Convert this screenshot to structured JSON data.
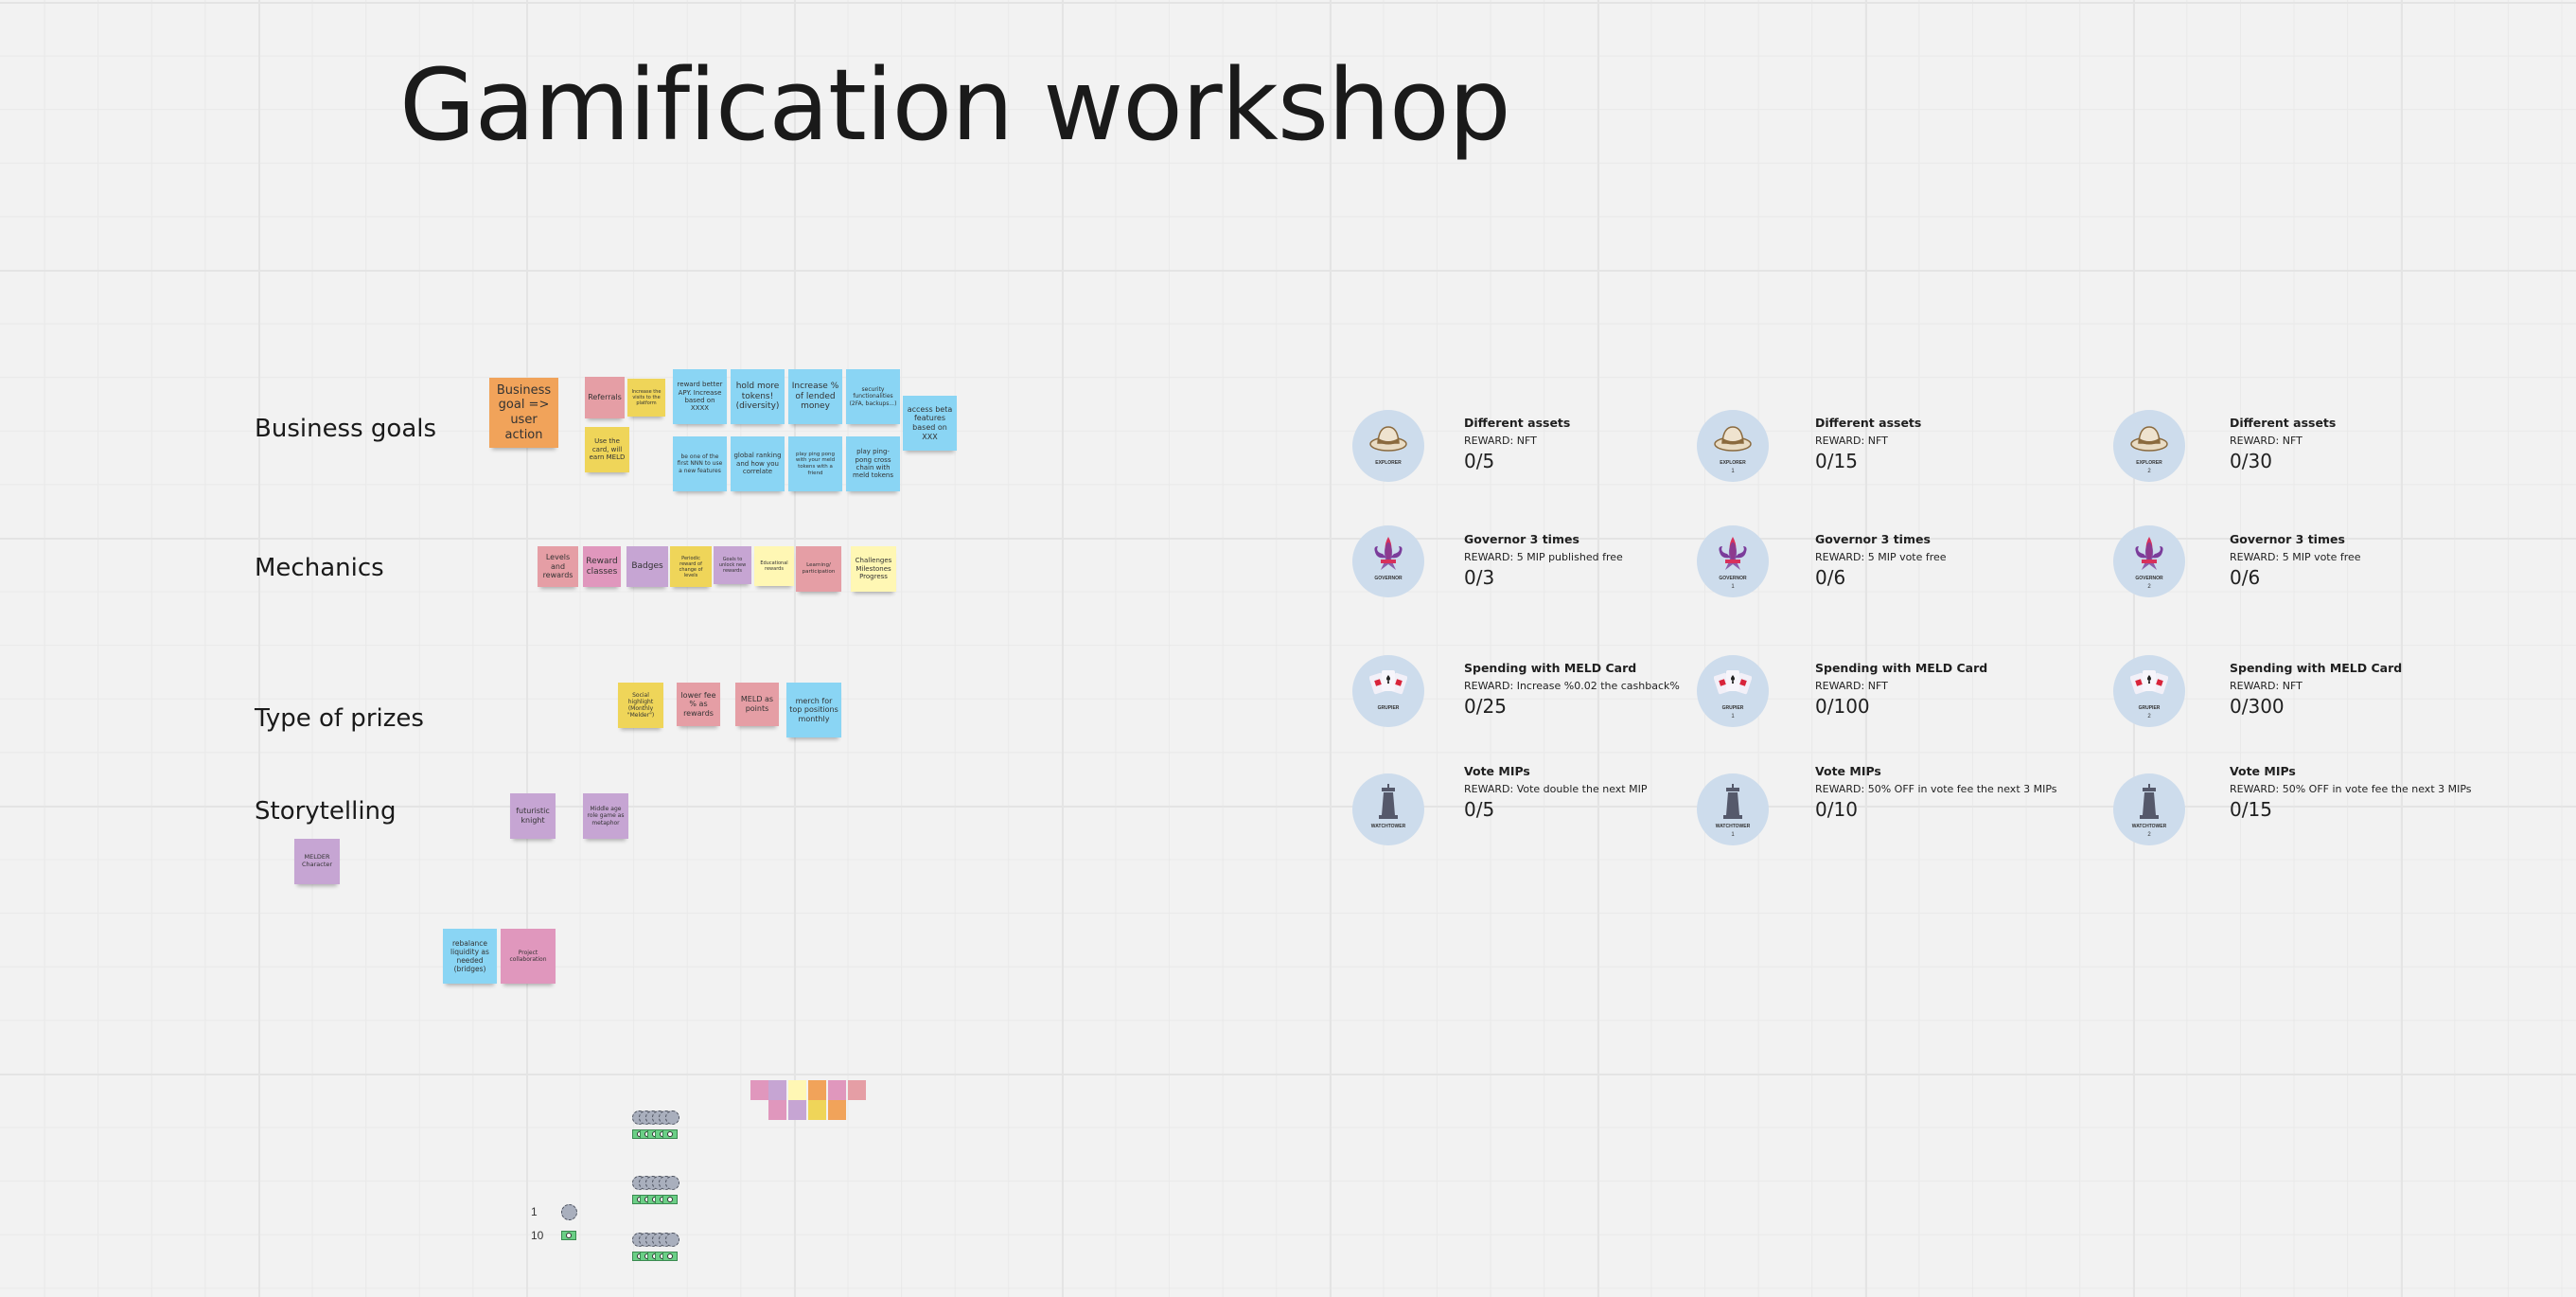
{
  "title": "Gamification workshop",
  "sections": {
    "business_goals": "Business goals",
    "mechanics": "Mechanics",
    "type_of_prizes": "Type of prizes",
    "storytelling": "Storytelling"
  },
  "business_goals": {
    "header_note": "Business goal => user action",
    "notes": [
      "Referrals",
      "Increase the visits to the platform",
      "Use the card, will earn MELD",
      "reward better APY. Increase based on XXXX",
      "hold more tokens! (diversity)",
      "Increase % of lended money",
      "security functionalities (2FA, backups...)",
      "access beta features based on XXX",
      "be one of the first NNN to use a new features",
      "global ranking and how you correlate",
      "play ping pong with your meld tokens with a friend",
      "play ping-pong cross chain with meld tokens"
    ]
  },
  "mechanics": {
    "notes": [
      "Levels and rewards",
      "Reward classes",
      "Badges",
      "Periodic reward of change of levels",
      "Goals to unlock new rewards",
      "Educational rewards",
      "Learning/ participation",
      "Challenges Milestones Progress"
    ]
  },
  "prizes": {
    "notes": [
      "Social highlight (Monthly \"Melder\")",
      "lower fee % as rewards",
      "MELD as points",
      "merch for top positions monthly"
    ]
  },
  "storytelling": {
    "notes": [
      "futuristic knight",
      "Middle age role game as metaphor",
      "MELDER Character",
      "rebalance liquidity as needed (bridges)",
      "Project collaboration"
    ]
  },
  "badges": {
    "rows": [
      {
        "icon": "explorer-hat-icon",
        "badge_name": "EXPLORER",
        "cells": [
          {
            "level": "",
            "title": "Different assets",
            "reward": "REWARD: NFT",
            "progress": "0/5"
          },
          {
            "level": "1",
            "title": "Different assets",
            "reward": "REWARD: NFT",
            "progress": "0/15"
          },
          {
            "level": "2",
            "title": "Different assets",
            "reward": "REWARD: NFT",
            "progress": "0/30"
          }
        ]
      },
      {
        "icon": "fleur-de-lis-icon",
        "badge_name": "GOVERNOR",
        "cells": [
          {
            "level": "",
            "title": "Governor 3 times",
            "reward": "REWARD: 5 MIP published free",
            "progress": "0/3"
          },
          {
            "level": "1",
            "title": "Governor 3 times",
            "reward": "REWARD: 5 MIP vote free",
            "progress": "0/6"
          },
          {
            "level": "2",
            "title": "Governor 3 times",
            "reward": "REWARD: 5 MIP vote free",
            "progress": "0/6"
          }
        ]
      },
      {
        "icon": "playing-cards-icon",
        "badge_name": "GRUPIER",
        "cells": [
          {
            "level": "",
            "title": "Spending with MELD Card",
            "reward": "REWARD: Increase %0.02 the cashback%",
            "progress": "0/25"
          },
          {
            "level": "1",
            "title": "Spending with MELD Card",
            "reward": "REWARD: NFT",
            "progress": "0/100"
          },
          {
            "level": "2",
            "title": "Spending with MELD Card",
            "reward": "REWARD: NFT",
            "progress": "0/300"
          }
        ]
      },
      {
        "icon": "watchtower-icon",
        "badge_name": "WATCHTOWER",
        "cells": [
          {
            "level": "",
            "title": "Vote MIPs",
            "reward": "REWARD: Vote double the next MIP",
            "progress": "0/5"
          },
          {
            "level": "1",
            "title": "Vote MIPs",
            "reward": "REWARD:  50% OFF in vote fee the next 3 MIPs",
            "progress": "0/10"
          },
          {
            "level": "2",
            "title": "Vote MIPs",
            "reward": "REWARD:  50% OFF in vote fee the next 3 MIPs",
            "progress": "0/15"
          }
        ]
      }
    ]
  },
  "legend": {
    "coin_value": "1",
    "bill_value": "10"
  },
  "colors": {
    "orange": "#f1a35a",
    "pink": "#e59ea5",
    "yellow": "#efd559",
    "blue": "#8ad5f4",
    "purple": "#c6a5d3",
    "light_yellow": "#fff7b4",
    "magenta": "#e097bd",
    "badge_bg": "#cddcec"
  }
}
